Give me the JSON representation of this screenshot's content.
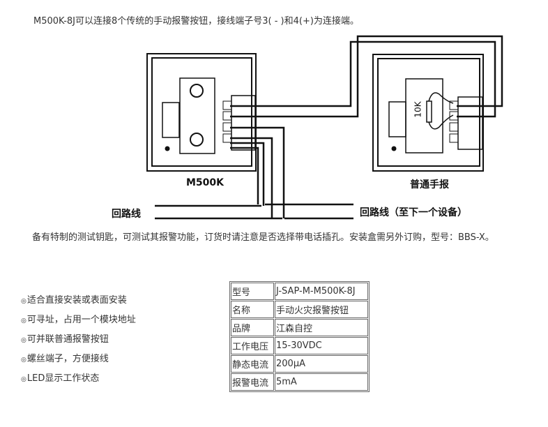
{
  "intro": "M500K-8J可以连接8个传统的手动报警按钮，接线端子号3( - )和4(+)为连接端。",
  "diagram": {
    "module_label": "M500K",
    "button_label": "普通手报",
    "resistor_label": "10K",
    "loop_left": "回路线",
    "loop_right": "回路线（至下一个设备）"
  },
  "note": "备有特制的测试钥匙，可测试其报警功能，订货时请注意是否选择带电话插孔。安装盒需另外订购，型号：BBS-X。",
  "features": {
    "bullet": "◎",
    "items": [
      "适合直接安装或表面安装",
      "可寻址，占用一个模块地址",
      "可并联普通报警按钮",
      "螺丝端子，方便接线",
      "LED显示工作状态"
    ]
  },
  "specs": [
    {
      "k": "型号",
      "v": "J-SAP-M-M500K-8J"
    },
    {
      "k": "名称",
      "v": "手动火灾报警按钮"
    },
    {
      "k": "品牌",
      "v": "江森自控"
    },
    {
      "k": "工作电压",
      "v": "15-30VDC"
    },
    {
      "k": "静态电流",
      "v": "200μA"
    },
    {
      "k": "报警电流",
      "v": "5mA"
    }
  ]
}
